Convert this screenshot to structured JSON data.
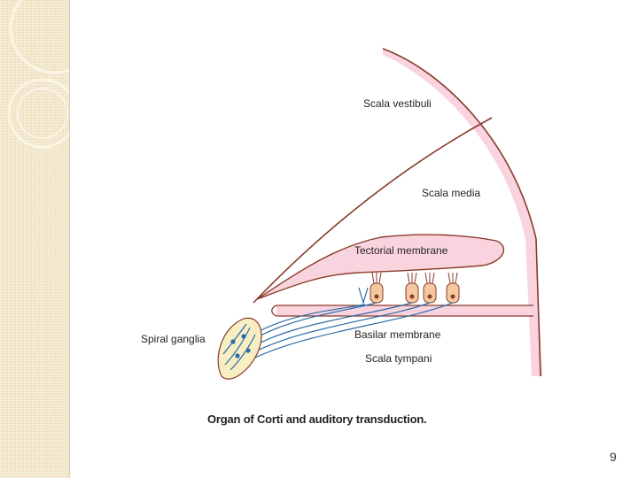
{
  "labels": {
    "scala_vestibuli": "Scala vestibuli",
    "scala_media": "Scala media",
    "tectorial_membrane": "Tectorial membrane",
    "basilar_membrane": "Basilar membrane",
    "scala_tympani": "Scala tympani",
    "spiral_ganglia": "Spiral ganglia"
  },
  "caption": "Organ of Corti and auditory transduction.",
  "page_number": "9",
  "colors": {
    "strip": "#efe2c0",
    "membrane_fill": "#f9d4df",
    "outline": "#8a3b2a",
    "nerve": "#2a6ca8",
    "hair_cell": "#f4c9a0"
  }
}
